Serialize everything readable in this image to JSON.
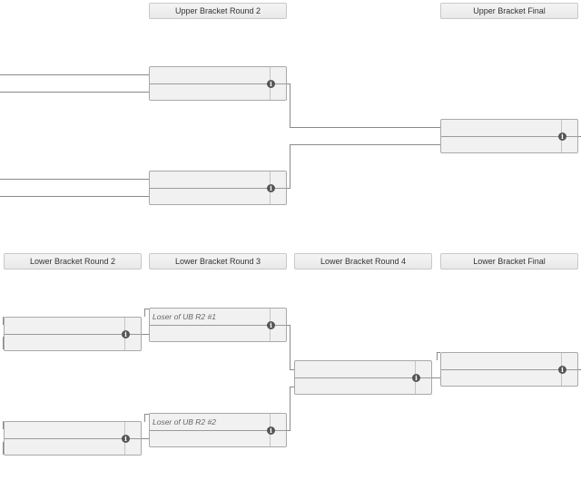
{
  "rounds": {
    "ub_r2": "Upper Bracket Round 2",
    "ub_final": "Upper Bracket Final",
    "lb_r2": "Lower Bracket Round 2",
    "lb_r3": "Lower Bracket Round 3",
    "lb_r4": "Lower Bracket Round 4",
    "lb_final": "Lower Bracket Final"
  },
  "matches": {
    "ub_r2_1": {
      "top": "",
      "bottom": ""
    },
    "ub_r2_2": {
      "top": "",
      "bottom": ""
    },
    "ub_final": {
      "top": "",
      "bottom": ""
    },
    "lb_r2_1": {
      "top": "",
      "bottom": ""
    },
    "lb_r2_2": {
      "top": "",
      "bottom": ""
    },
    "lb_r3_1": {
      "top": "Loser of UB R2 #1",
      "bottom": ""
    },
    "lb_r3_2": {
      "top": "Loser of UB R2 #2",
      "bottom": ""
    },
    "lb_r4_1": {
      "top": "",
      "bottom": ""
    },
    "lb_final": {
      "top": "",
      "bottom": ""
    }
  },
  "icons": {
    "match_info": "info-icon"
  },
  "colors": {
    "connector": "#8a8a8a",
    "match_bg": "#f1f1f1",
    "header_bg": "#ececec"
  }
}
